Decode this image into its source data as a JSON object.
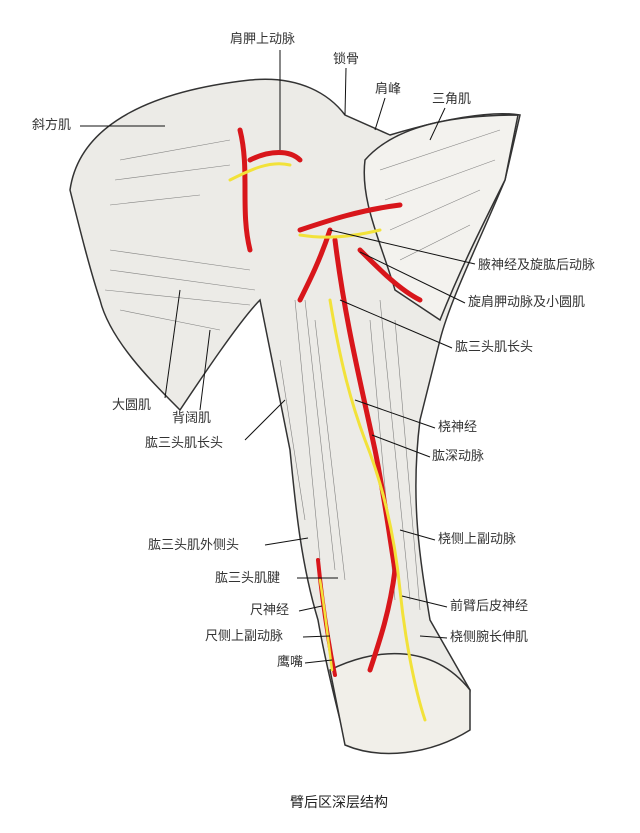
{
  "title": "臂后区深层结构",
  "colors": {
    "artery": "#d8161b",
    "nerve": "#f2e23a",
    "muscle": "#e9e9e6",
    "ink": "#222222"
  },
  "labels": {
    "suprascapular_artery": "肩胛上动脉",
    "clavicle": "锁骨",
    "acromion": "肩峰",
    "deltoid": "三角肌",
    "trapezius": "斜方肌",
    "axillary_nerve": "腋神经及旋肱后动脉",
    "circumflex_scapular": "旋肩胛动脉及小圆肌",
    "triceps_long_head_right": "肱三头肌长头",
    "teres_major": "大圆肌",
    "latissimus_dorsi": "背阔肌",
    "triceps_long_head_left": "肱三头肌长头",
    "radial_nerve": "桡神经",
    "deep_brachial_artery": "肱深动脉",
    "triceps_lateral_head": "肱三头肌外侧头",
    "radial_collateral_artery": "桡侧上副动脉",
    "triceps_tendon": "肱三头肌腱",
    "posterior_cutaneous_nerve": "前臂后皮神经",
    "ulnar_nerve": "尺神经",
    "superior_ulnar_collateral": "尺侧上副动脉",
    "ecrl": "桡侧腕长伸肌",
    "olecranon": "鹰嘴"
  }
}
